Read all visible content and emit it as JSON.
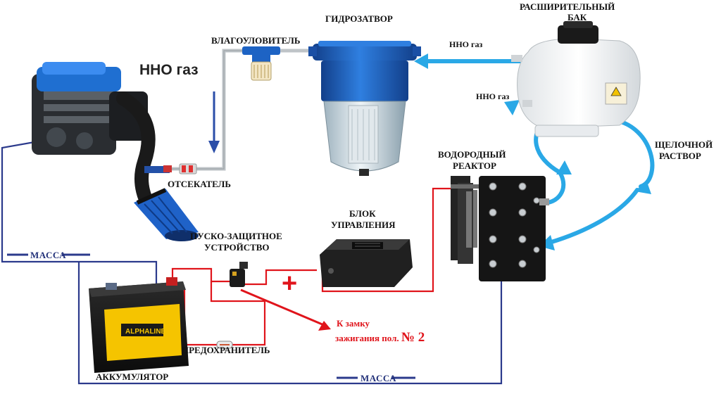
{
  "labels": {
    "hno_gas_big": "ННО газ",
    "hno_gas_top": "ННО газ",
    "hno_gas_right": "ННО газ",
    "moisture_trap": "ВЛАГОУЛОВИТЕЛЬ",
    "water_seal": "ГИДРОЗАТВОР",
    "expansion_tank_line1": "РАСШИРИТЕЛЬНЫЙ",
    "expansion_tank_line2": "БАК",
    "alkaline_line1": "ЩЕЛОЧНОЙ",
    "alkaline_line2": "РАСТВОР",
    "reactor_line1": "ВОДОРОДНЫЙ",
    "reactor_line2": "РЕАКТОР",
    "cutoff": "ОТСЕКАТЕЛЬ",
    "starter_line1": "ПУСКО-ЗАЩИТНОЕ",
    "starter_line2": "УСТРОЙСТВО",
    "control_line1": "БЛОК",
    "control_line2": "УПРАВЛЕНИЯ",
    "ground_left": "МАССА",
    "ground_bottom": "МАССА",
    "plus_sign": "+",
    "ignition_line1": "К замку",
    "ignition_line2": "зажигания пол.",
    "ignition_number": "№ 2",
    "fuse": "ПРЕДОХРАНИТЕЛЬ",
    "battery": "АККУМУЛЯТОР",
    "battery_brand": "ALPHALINE"
  },
  "colors": {
    "gas_flow": "#2aa8e6",
    "engine_blue": "#1f6fd1",
    "filter_blue": "#1d63c4",
    "wire_red": "#e0141b",
    "wire_ground": "#2b3a8c",
    "battery_yellow": "#f5c400",
    "reactor_black": "#1a1a1a"
  },
  "icons": {
    "engine": "engine-icon",
    "moisture_trap": "fuel-filter-icon",
    "water_seal": "water-filter-icon",
    "expansion_tank": "coolant-tank-icon",
    "reactor": "hydrogen-cell-icon",
    "control_unit": "control-box-icon",
    "relay": "relay-icon",
    "battery": "car-battery-icon",
    "fuse": "fuse-icon",
    "cutoff": "check-valve-icon"
  }
}
